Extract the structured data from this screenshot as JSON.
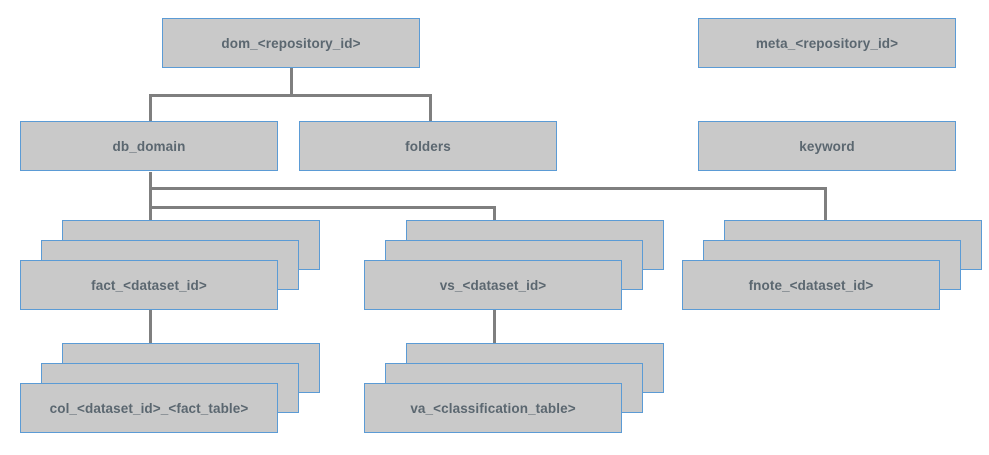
{
  "diagram": {
    "type": "hierarchical-schema-tree",
    "background_color": "#ffffff",
    "box_fill_color": "#c9c9c9",
    "box_border_color": "#5b9bd5",
    "label_color": "#5b6770",
    "connector_color": "#7f7f7f",
    "nodes": {
      "dom": {
        "label": "dom_<repository_id>",
        "kind": "single"
      },
      "meta": {
        "label": "meta_<repository_id>",
        "kind": "single"
      },
      "db_domain": {
        "label": "db_domain",
        "kind": "single"
      },
      "folders": {
        "label": "folders",
        "kind": "single"
      },
      "keyword": {
        "label": "keyword",
        "kind": "single"
      },
      "fact": {
        "label": "fact_<dataset_id>",
        "kind": "stack",
        "sheets": 3
      },
      "vs": {
        "label": "vs_<dataset_id>",
        "kind": "stack",
        "sheets": 3
      },
      "fnote": {
        "label": "fnote_<dataset_id>",
        "kind": "stack",
        "sheets": 3
      },
      "col": {
        "label": "col_<dataset_id>_<fact_table>",
        "kind": "stack",
        "sheets": 3
      },
      "va": {
        "label": "va_<classification_table>",
        "kind": "stack",
        "sheets": 3
      }
    },
    "edges": [
      {
        "from": "dom",
        "to": "db_domain"
      },
      {
        "from": "dom",
        "to": "folders"
      },
      {
        "from": "db_domain",
        "to": "fact"
      },
      {
        "from": "db_domain",
        "to": "vs"
      },
      {
        "from": "db_domain",
        "to": "fnote"
      },
      {
        "from": "fact",
        "to": "col"
      },
      {
        "from": "vs",
        "to": "va"
      }
    ]
  }
}
